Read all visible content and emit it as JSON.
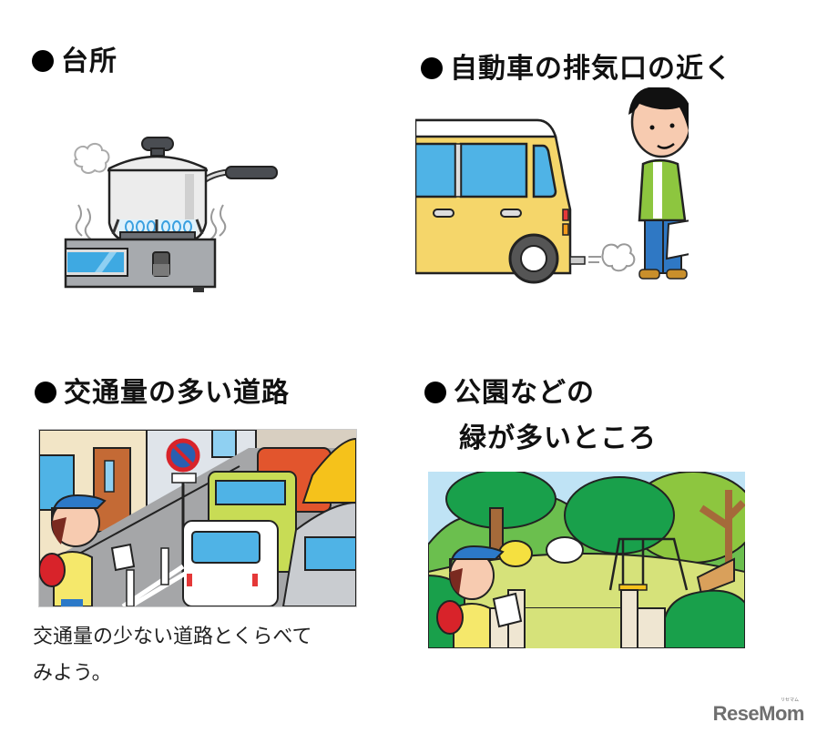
{
  "sections": [
    {
      "heading": "台所",
      "illustration": "kitchen-stove-pot"
    },
    {
      "heading": "自動車の排気口の近く",
      "illustration": "car-exhaust-man"
    },
    {
      "heading": "交通量の多い道路",
      "illustration": "busy-road-child",
      "caption_line1": "交通量の少ない道路とくらべて",
      "caption_line2": "みよう。"
    },
    {
      "heading_line1": "公園などの",
      "heading_line2": "緑が多いところ",
      "illustration": "park-child"
    }
  ],
  "logo": {
    "text": "ReseMom",
    "ruby": "リセマム"
  },
  "colors": {
    "car_yellow": "#f5d66a",
    "window_blue": "#4fb3e6",
    "grass_green": "#d6e27a",
    "tree_green": "#19a04b",
    "shirt_green": "#8dc63f",
    "logo_gray": "#6f6f6f"
  }
}
